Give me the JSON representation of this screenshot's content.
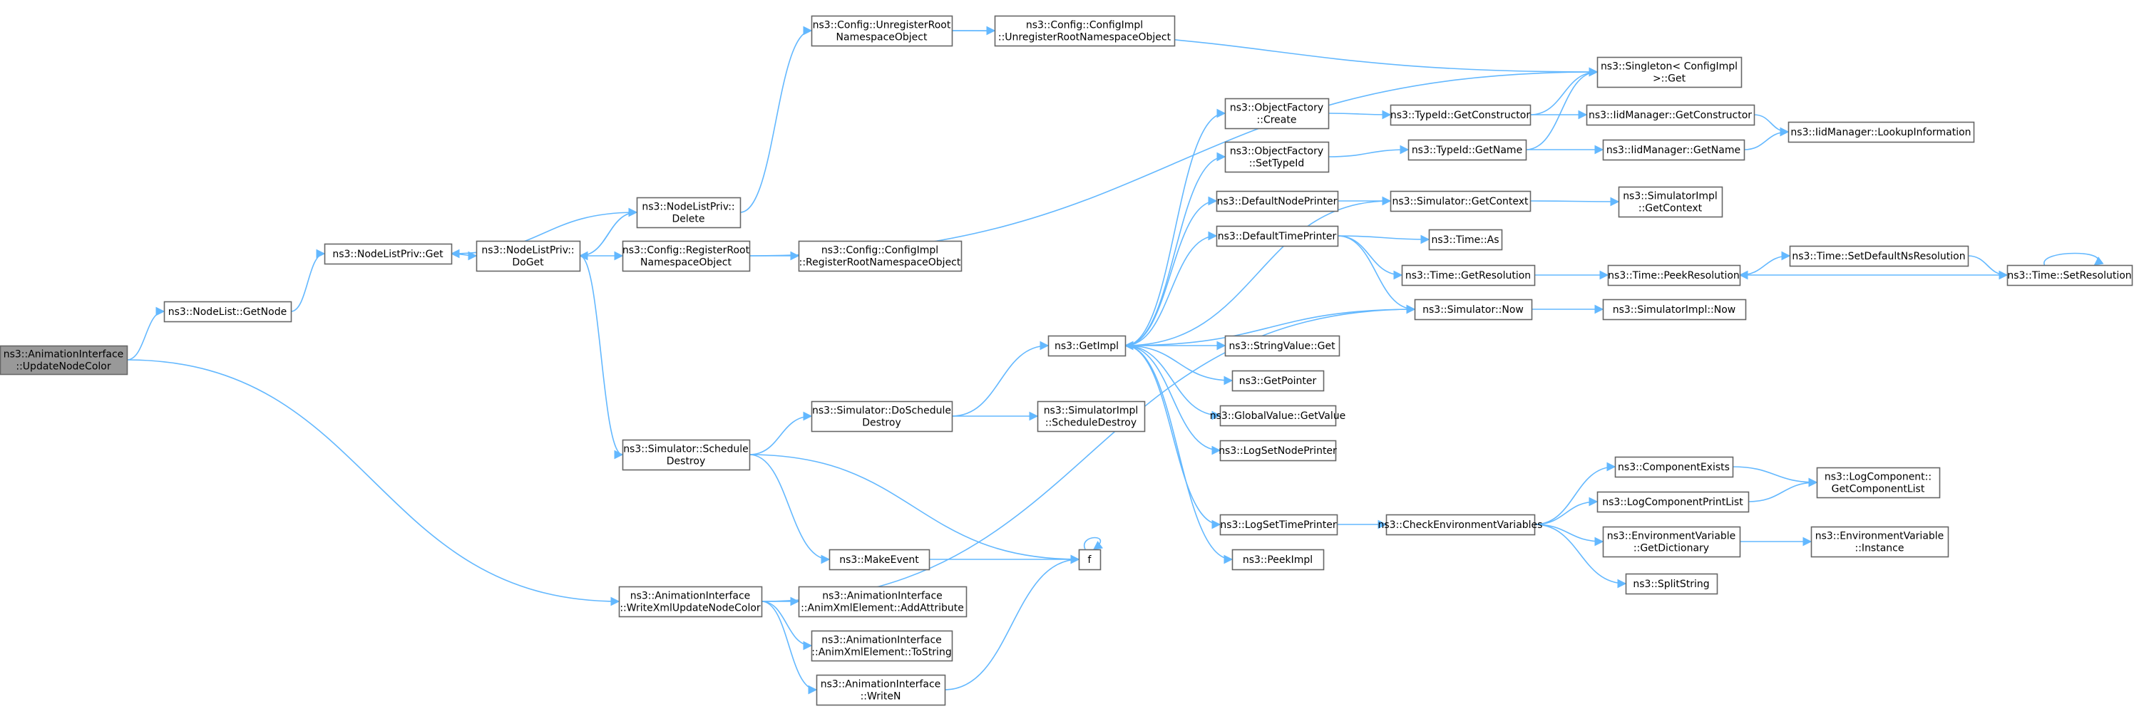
{
  "diagram": {
    "edge_color": "#63b8ff",
    "node_border_color": "#666666",
    "root_fill": "#999999",
    "nodes": [
      {
        "id": "root",
        "lines": [
          "ns3::AnimationInterface",
          "::UpdateNodeColor"
        ]
      },
      {
        "id": "getnode",
        "lines": [
          "ns3::NodeList::GetNode"
        ]
      },
      {
        "id": "nlp_get",
        "lines": [
          "ns3::NodeListPriv::Get"
        ]
      },
      {
        "id": "nlp_doget",
        "lines": [
          "ns3::NodeListPriv::",
          "DoGet"
        ]
      },
      {
        "id": "nlp_delete",
        "lines": [
          "ns3::NodeListPriv::",
          "Delete"
        ]
      },
      {
        "id": "cfg_register",
        "lines": [
          "ns3::Config::RegisterRoot",
          "NamespaceObject"
        ]
      },
      {
        "id": "cfg_unregister",
        "lines": [
          "ns3::Config::UnregisterRoot",
          "NamespaceObject"
        ]
      },
      {
        "id": "cfgimpl_unregister",
        "lines": [
          "ns3::Config::ConfigImpl",
          "::UnregisterRootNamespaceObject"
        ]
      },
      {
        "id": "cfgimpl_register",
        "lines": [
          "ns3::Config::ConfigImpl",
          "::RegisterRootNamespaceObject"
        ]
      },
      {
        "id": "singleton",
        "lines": [
          "ns3::Singleton< ConfigImpl",
          " >::Get"
        ]
      },
      {
        "id": "sim_schedule_destroy",
        "lines": [
          "ns3::Simulator::Schedule",
          "Destroy"
        ]
      },
      {
        "id": "sim_doschedule_destroy",
        "lines": [
          "ns3::Simulator::DoSchedule",
          "Destroy"
        ]
      },
      {
        "id": "simimpl_schedule_destroy",
        "lines": [
          "ns3::SimulatorImpl",
          "::ScheduleDestroy"
        ]
      },
      {
        "id": "make_event",
        "lines": [
          "ns3::MakeEvent"
        ]
      },
      {
        "id": "f",
        "lines": [
          "f"
        ]
      },
      {
        "id": "write_xml",
        "lines": [
          "ns3::AnimationInterface",
          "::WriteXmlUpdateNodeColor"
        ]
      },
      {
        "id": "add_attribute",
        "lines": [
          "ns3::AnimationInterface",
          "::AnimXmlElement::AddAttribute"
        ]
      },
      {
        "id": "to_string",
        "lines": [
          "ns3::AnimationInterface",
          "::AnimXmlElement::ToString"
        ]
      },
      {
        "id": "writen",
        "lines": [
          "ns3::AnimationInterface",
          "::WriteN"
        ]
      },
      {
        "id": "getimpl",
        "lines": [
          "ns3::GetImpl"
        ]
      },
      {
        "id": "of_create",
        "lines": [
          "ns3::ObjectFactory",
          "::Create"
        ]
      },
      {
        "id": "of_settypeid",
        "lines": [
          "ns3::ObjectFactory",
          "::SetTypeId"
        ]
      },
      {
        "id": "default_node_printer",
        "lines": [
          "ns3::DefaultNodePrinter"
        ]
      },
      {
        "id": "default_time_printer",
        "lines": [
          "ns3::DefaultTimePrinter"
        ]
      },
      {
        "id": "string_value_get",
        "lines": [
          "ns3::StringValue::Get"
        ]
      },
      {
        "id": "get_pointer",
        "lines": [
          "ns3::GetPointer"
        ]
      },
      {
        "id": "global_value_get",
        "lines": [
          "ns3::GlobalValue::GetValue"
        ]
      },
      {
        "id": "log_set_node_printer",
        "lines": [
          "ns3::LogSetNodePrinter"
        ]
      },
      {
        "id": "log_set_time_printer",
        "lines": [
          "ns3::LogSetTimePrinter"
        ]
      },
      {
        "id": "peek_impl",
        "lines": [
          "ns3::PeekImpl"
        ]
      },
      {
        "id": "typeid_getconstructor",
        "lines": [
          "ns3::TypeId::GetConstructor"
        ]
      },
      {
        "id": "typeid_getname",
        "lines": [
          "ns3::TypeId::GetName"
        ]
      },
      {
        "id": "iid_getconstructor",
        "lines": [
          "ns3::IidManager::GetConstructor"
        ]
      },
      {
        "id": "iid_getname",
        "lines": [
          "ns3::IidManager::GetName"
        ]
      },
      {
        "id": "iid_lookup",
        "lines": [
          "ns3::IidManager::LookupInformation"
        ]
      },
      {
        "id": "sim_getcontext",
        "lines": [
          "ns3::Simulator::GetContext"
        ]
      },
      {
        "id": "simimpl_getcontext",
        "lines": [
          "ns3::SimulatorImpl",
          "::GetContext"
        ]
      },
      {
        "id": "time_as",
        "lines": [
          "ns3::Time::As"
        ]
      },
      {
        "id": "time_getresolution",
        "lines": [
          "ns3::Time::GetResolution"
        ]
      },
      {
        "id": "time_peekresolution",
        "lines": [
          "ns3::Time::PeekResolution"
        ]
      },
      {
        "id": "time_setdefaultns",
        "lines": [
          "ns3::Time::SetDefaultNsResolution"
        ]
      },
      {
        "id": "time_setresolution",
        "lines": [
          "ns3::Time::SetResolution"
        ]
      },
      {
        "id": "sim_now",
        "lines": [
          "ns3::Simulator::Now"
        ]
      },
      {
        "id": "simimpl_now",
        "lines": [
          "ns3::SimulatorImpl::Now"
        ]
      },
      {
        "id": "check_env",
        "lines": [
          "ns3::CheckEnvironmentVariables"
        ]
      },
      {
        "id": "component_exists",
        "lines": [
          "ns3::ComponentExists"
        ]
      },
      {
        "id": "log_component_print_list",
        "lines": [
          "ns3::LogComponentPrintList"
        ]
      },
      {
        "id": "env_get_dictionary",
        "lines": [
          "ns3::EnvironmentVariable",
          "::GetDictionary"
        ]
      },
      {
        "id": "split_string",
        "lines": [
          "ns3::SplitString"
        ]
      },
      {
        "id": "logcomp_getlist",
        "lines": [
          "ns3::LogComponent::",
          "GetComponentList"
        ]
      },
      {
        "id": "env_instance",
        "lines": [
          "ns3::EnvironmentVariable",
          "::Instance"
        ]
      }
    ],
    "edges": [
      [
        "root",
        "getnode"
      ],
      [
        "root",
        "write_xml"
      ],
      [
        "getnode",
        "nlp_get"
      ],
      [
        "nlp_get",
        "nlp_doget"
      ],
      [
        "nlp_doget",
        "nlp_delete"
      ],
      [
        "nlp_doget",
        "cfg_register"
      ],
      [
        "nlp_doget",
        "sim_schedule_destroy"
      ],
      [
        "nlp_delete",
        "nlp_get"
      ],
      [
        "nlp_delete",
        "nlp_doget"
      ],
      [
        "nlp_delete",
        "cfg_unregister"
      ],
      [
        "cfg_unregister",
        "cfgimpl_unregister"
      ],
      [
        "cfg_unregister",
        "singleton"
      ],
      [
        "cfg_register",
        "cfgimpl_register"
      ],
      [
        "cfg_register",
        "singleton"
      ],
      [
        "sim_schedule_destroy",
        "sim_doschedule_destroy"
      ],
      [
        "sim_schedule_destroy",
        "make_event"
      ],
      [
        "sim_schedule_destroy",
        "f"
      ],
      [
        "sim_doschedule_destroy",
        "simimpl_schedule_destroy"
      ],
      [
        "sim_doschedule_destroy",
        "getimpl"
      ],
      [
        "make_event",
        "f"
      ],
      [
        "f",
        "f"
      ],
      [
        "write_xml",
        "add_attribute"
      ],
      [
        "write_xml",
        "to_string"
      ],
      [
        "write_xml",
        "writen"
      ],
      [
        "write_xml",
        "sim_now"
      ],
      [
        "writen",
        "f"
      ],
      [
        "getimpl",
        "of_create"
      ],
      [
        "getimpl",
        "of_settypeid"
      ],
      [
        "getimpl",
        "default_node_printer"
      ],
      [
        "getimpl",
        "default_time_printer"
      ],
      [
        "getimpl",
        "string_value_get"
      ],
      [
        "getimpl",
        "get_pointer"
      ],
      [
        "getimpl",
        "global_value_get"
      ],
      [
        "getimpl",
        "log_set_node_printer"
      ],
      [
        "getimpl",
        "log_set_time_printer"
      ],
      [
        "getimpl",
        "peek_impl"
      ],
      [
        "of_create",
        "typeid_getconstructor"
      ],
      [
        "of_settypeid",
        "typeid_getname"
      ],
      [
        "typeid_getconstructor",
        "iid_getconstructor"
      ],
      [
        "typeid_getconstructor",
        "singleton"
      ],
      [
        "typeid_getname",
        "iid_getname"
      ],
      [
        "typeid_getname",
        "singleton"
      ],
      [
        "iid_getconstructor",
        "iid_lookup"
      ],
      [
        "iid_getname",
        "iid_lookup"
      ],
      [
        "default_node_printer",
        "sim_getcontext"
      ],
      [
        "sim_getcontext",
        "simimpl_getcontext"
      ],
      [
        "sim_getcontext",
        "getimpl"
      ],
      [
        "default_time_printer",
        "time_as"
      ],
      [
        "default_time_printer",
        "time_getresolution"
      ],
      [
        "default_time_printer",
        "sim_now"
      ],
      [
        "time_getresolution",
        "time_peekresolution"
      ],
      [
        "time_peekresolution",
        "time_setdefaultns"
      ],
      [
        "time_setdefaultns",
        "time_setresolution"
      ],
      [
        "time_setresolution",
        "time_peekresolution"
      ],
      [
        "time_setresolution",
        "time_setresolution"
      ],
      [
        "sim_now",
        "simimpl_now"
      ],
      [
        "sim_now",
        "getimpl"
      ],
      [
        "log_set_time_printer",
        "check_env"
      ],
      [
        "check_env",
        "component_exists"
      ],
      [
        "check_env",
        "log_component_print_list"
      ],
      [
        "check_env",
        "env_get_dictionary"
      ],
      [
        "check_env",
        "split_string"
      ],
      [
        "component_exists",
        "logcomp_getlist"
      ],
      [
        "log_component_print_list",
        "logcomp_getlist"
      ],
      [
        "env_get_dictionary",
        "env_instance"
      ]
    ]
  }
}
